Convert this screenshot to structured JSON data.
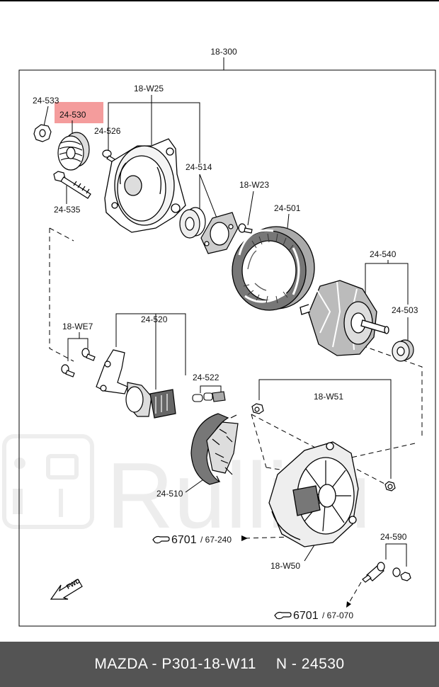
{
  "assembly_label": "18-300",
  "highlighted_part": "24-530",
  "highlight_color": "#f28b8b",
  "parts": {
    "p24533": "24-533",
    "p24530": "24-530",
    "p24526": "24-526",
    "p24535": "24-535",
    "p18W25": "18-W25",
    "p24514": "24-514",
    "p18W23": "18-W23",
    "p24501": "24-501",
    "p24540": "24-540",
    "p24503": "24-503",
    "p18WE7": "18-WE7",
    "p24520": "24-520",
    "p24522": "24-522",
    "p18W51": "18-W51",
    "p24510": "24-510",
    "p18W50": "18-W50",
    "p24590": "24-590"
  },
  "references": {
    "ref1_main": "6701",
    "ref1_sub": "/ 67-240",
    "ref2_main": "6701",
    "ref2_sub": "/ 67-070"
  },
  "fwd_label": "FWD",
  "watermark_text": "Rulliru",
  "footer": {
    "part_code": "MAZDA - P301-18-W11",
    "part_number": "N - 24530"
  }
}
